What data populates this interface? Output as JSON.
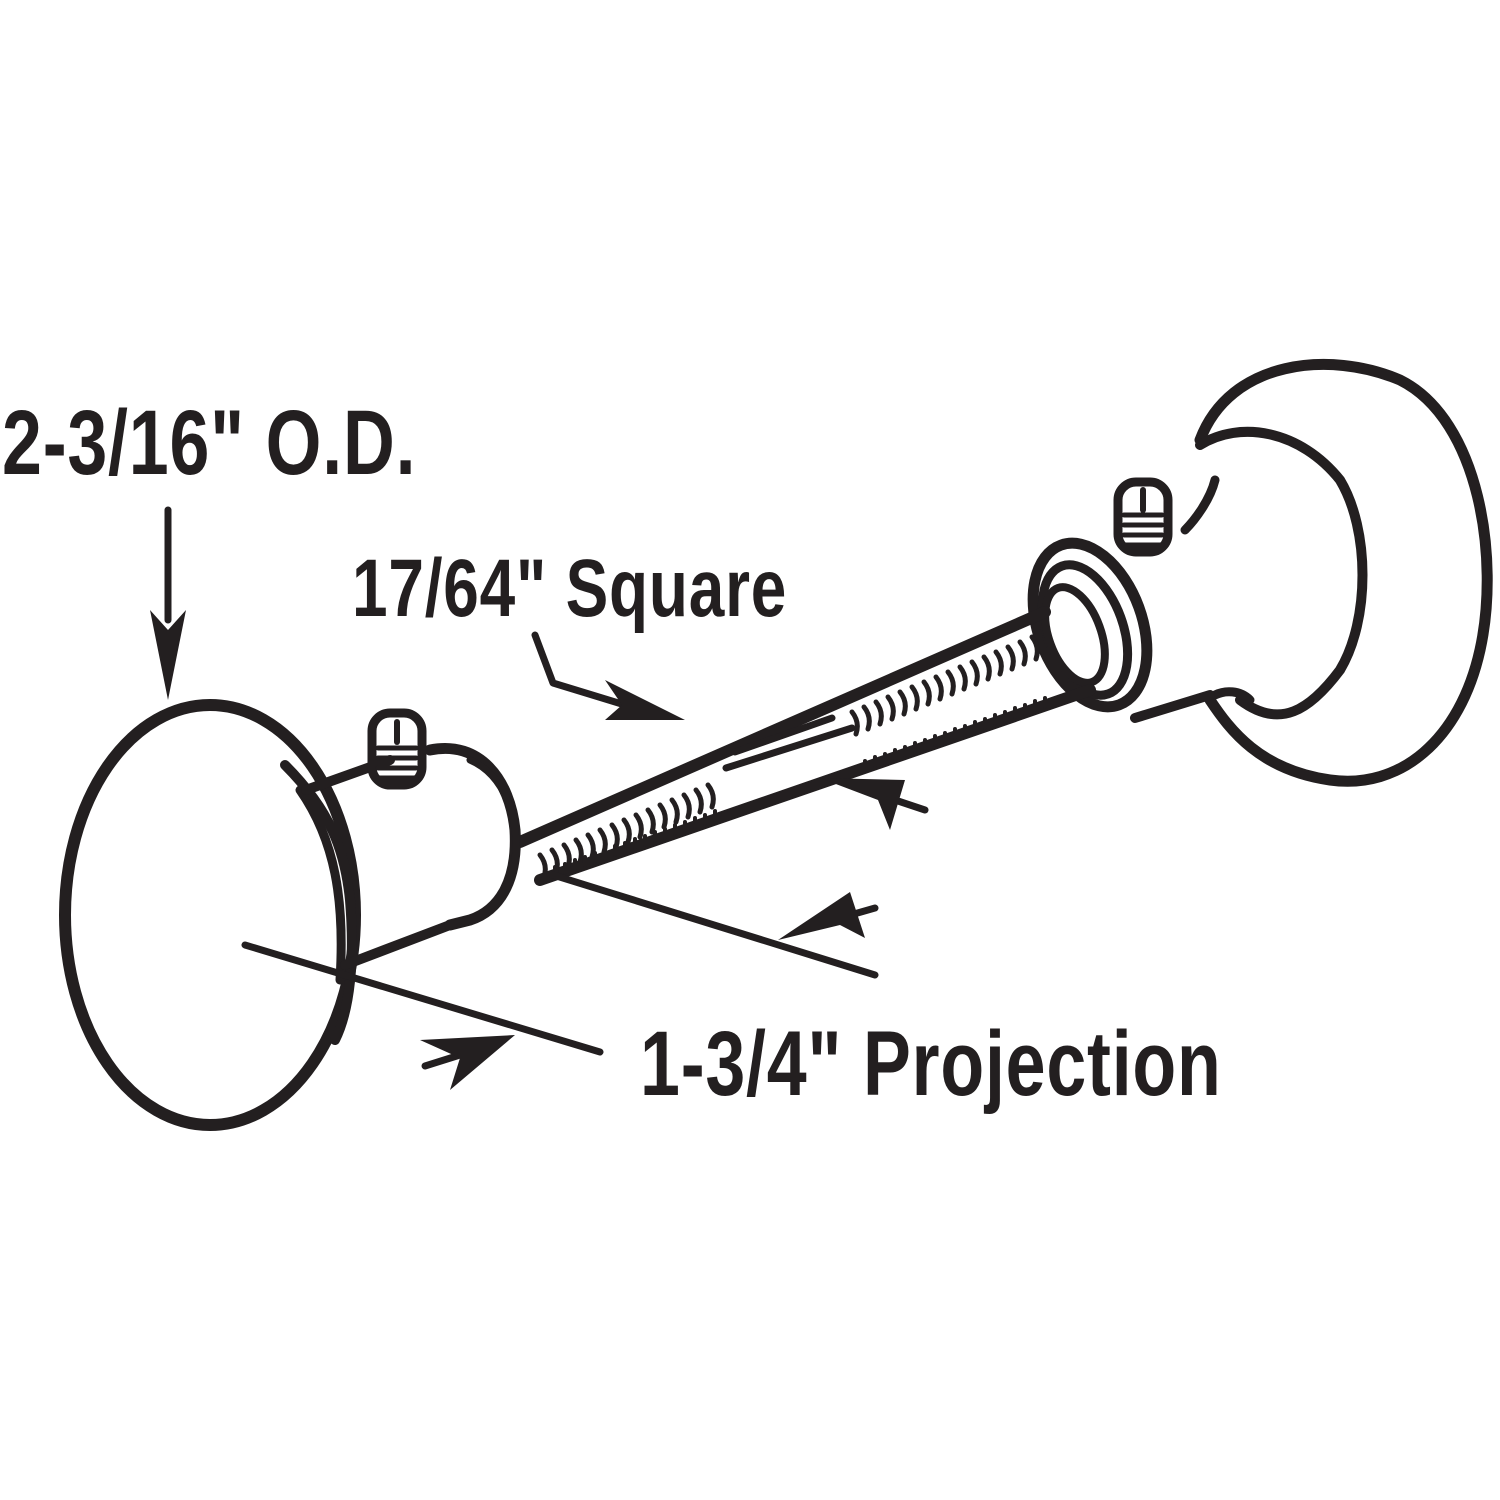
{
  "diagram": {
    "subject": "door knob set with spindle",
    "colors": {
      "line": "#231f20",
      "background": "#ffffff"
    },
    "labels": {
      "outer_diameter": "2-3/16\" O.D.",
      "spindle_size": "17/64\" Square",
      "projection": "1-3/4\" Projection"
    },
    "parts": [
      "left-knob",
      "left-shank",
      "left-set-screw",
      "spindle",
      "right-knob",
      "right-rose",
      "right-set-screw"
    ]
  }
}
